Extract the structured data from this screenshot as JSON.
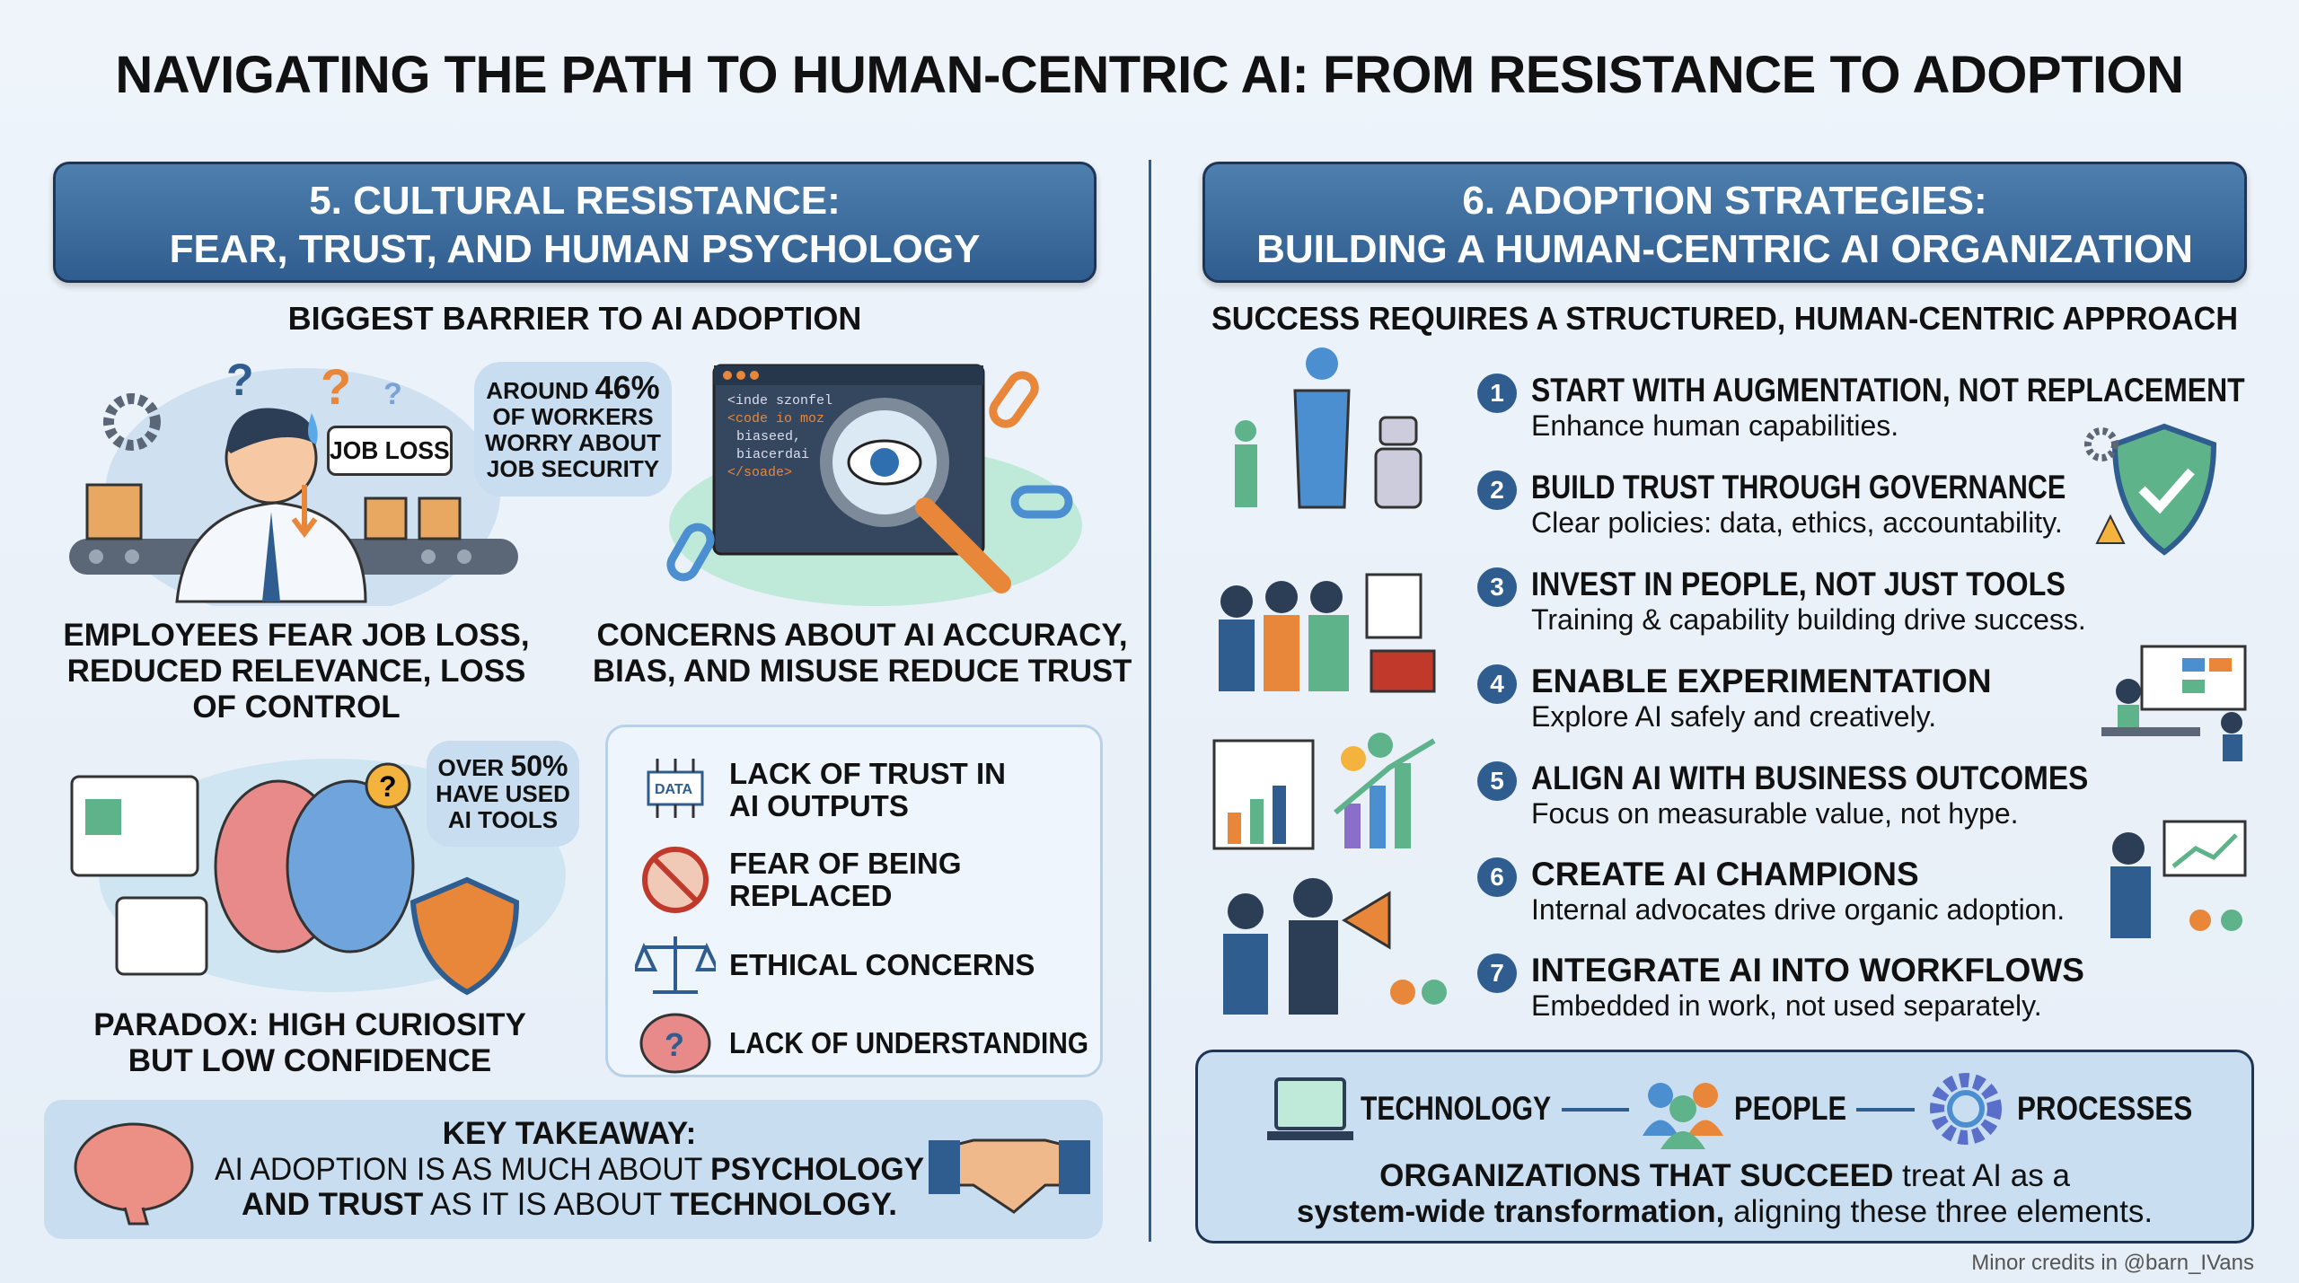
{
  "title": "NAVIGATING THE PATH TO HUMAN-CENTRIC AI: FROM RESISTANCE TO ADOPTION",
  "left": {
    "header": [
      "5. CULTURAL RESISTANCE:",
      "FEAR, TRUST, AND HUMAN PSYCHOLOGY"
    ],
    "subheading": "BIGGEST BARRIER TO AI ADOPTION",
    "bubble_job_loss": "JOB LOSS",
    "stat1": {
      "prefix": "AROUND",
      "value": "46%",
      "rest": [
        "OF WORKERS",
        "WORRY ABOUT",
        "JOB SECURITY"
      ]
    },
    "caption1": [
      "EMPLOYEES FEAR JOB LOSS,",
      "REDUCED RELEVANCE, LOSS",
      "OF CONTROL"
    ],
    "caption2": [
      "CONCERNS ABOUT AI ACCURACY,",
      "BIAS, AND MISUSE REDUCE TRUST"
    ],
    "stat2": {
      "prefix": "OVER",
      "value": "50%",
      "rest": [
        "HAVE USED",
        "AI TOOLS"
      ]
    },
    "caption3": [
      "PARADOX: HIGH CURIOSITY",
      "BUT LOW CONFIDENCE"
    ],
    "data_chip": "DATA",
    "barriers": [
      {
        "icon": "data-chip-icon",
        "label": [
          "LACK OF TRUST IN",
          "AI OUTPUTS"
        ]
      },
      {
        "icon": "prohibited-person-icon",
        "label": [
          "FEAR OF BEING",
          "REPLACED"
        ]
      },
      {
        "icon": "scales-icon",
        "label": [
          "ETHICAL CONCERNS"
        ]
      },
      {
        "icon": "brain-question-icon",
        "label": [
          "LACK OF UNDERSTANDING"
        ]
      }
    ],
    "takeaway": {
      "title": "KEY TAKEAWAY:",
      "l1a": "AI ADOPTION IS AS MUCH ABOUT ",
      "l1b": "PSYCHOLOGY",
      "l2a": "AND TRUST",
      "l2b": " AS IT IS ABOUT ",
      "l2c": "TECHNOLOGY."
    }
  },
  "right": {
    "header": [
      "6. ADOPTION STRATEGIES:",
      "BUILDING A HUMAN-CENTRIC AI ORGANIZATION"
    ],
    "subheading": "SUCCESS REQUIRES A STRUCTURED, HUMAN-CENTRIC APPROACH",
    "steps": [
      {
        "n": "1",
        "title": "START WITH AUGMENTATION, NOT REPLACEMENT",
        "desc": "Enhance human capabilities."
      },
      {
        "n": "2",
        "title": "BUILD TRUST THROUGH GOVERNANCE",
        "desc": "Clear policies: data, ethics, accountability."
      },
      {
        "n": "3",
        "title": "INVEST IN PEOPLE, NOT JUST TOOLS",
        "desc": "Training & capability building drive success."
      },
      {
        "n": "4",
        "title": "ENABLE EXPERIMENTATION",
        "desc": "Explore AI safely and creatively."
      },
      {
        "n": "5",
        "title": "ALIGN AI WITH BUSINESS OUTCOMES",
        "desc": "Focus on measurable value, not hype."
      },
      {
        "n": "6",
        "title": "CREATE AI CHAMPIONS",
        "desc": "Internal advocates drive organic adoption."
      },
      {
        "n": "7",
        "title": "INTEGRATE AI INTO WORKFLOWS",
        "desc": "Embedded in work, not used separately."
      }
    ],
    "pillars": [
      "TECHNOLOGY",
      "PEOPLE",
      "PROCESSES"
    ],
    "summary": {
      "b1": "ORGANIZATIONS THAT SUCCEED",
      "t1": " treat AI as a",
      "b2": "system-wide transformation,",
      "t2": " aligning these three elements."
    }
  },
  "credit": "Minor credits in @barn_IVans",
  "colors": {
    "navy": "#1f3556",
    "blue": "#2f5d8f",
    "orange": "#e8873a",
    "bg": "#eef4fa"
  }
}
